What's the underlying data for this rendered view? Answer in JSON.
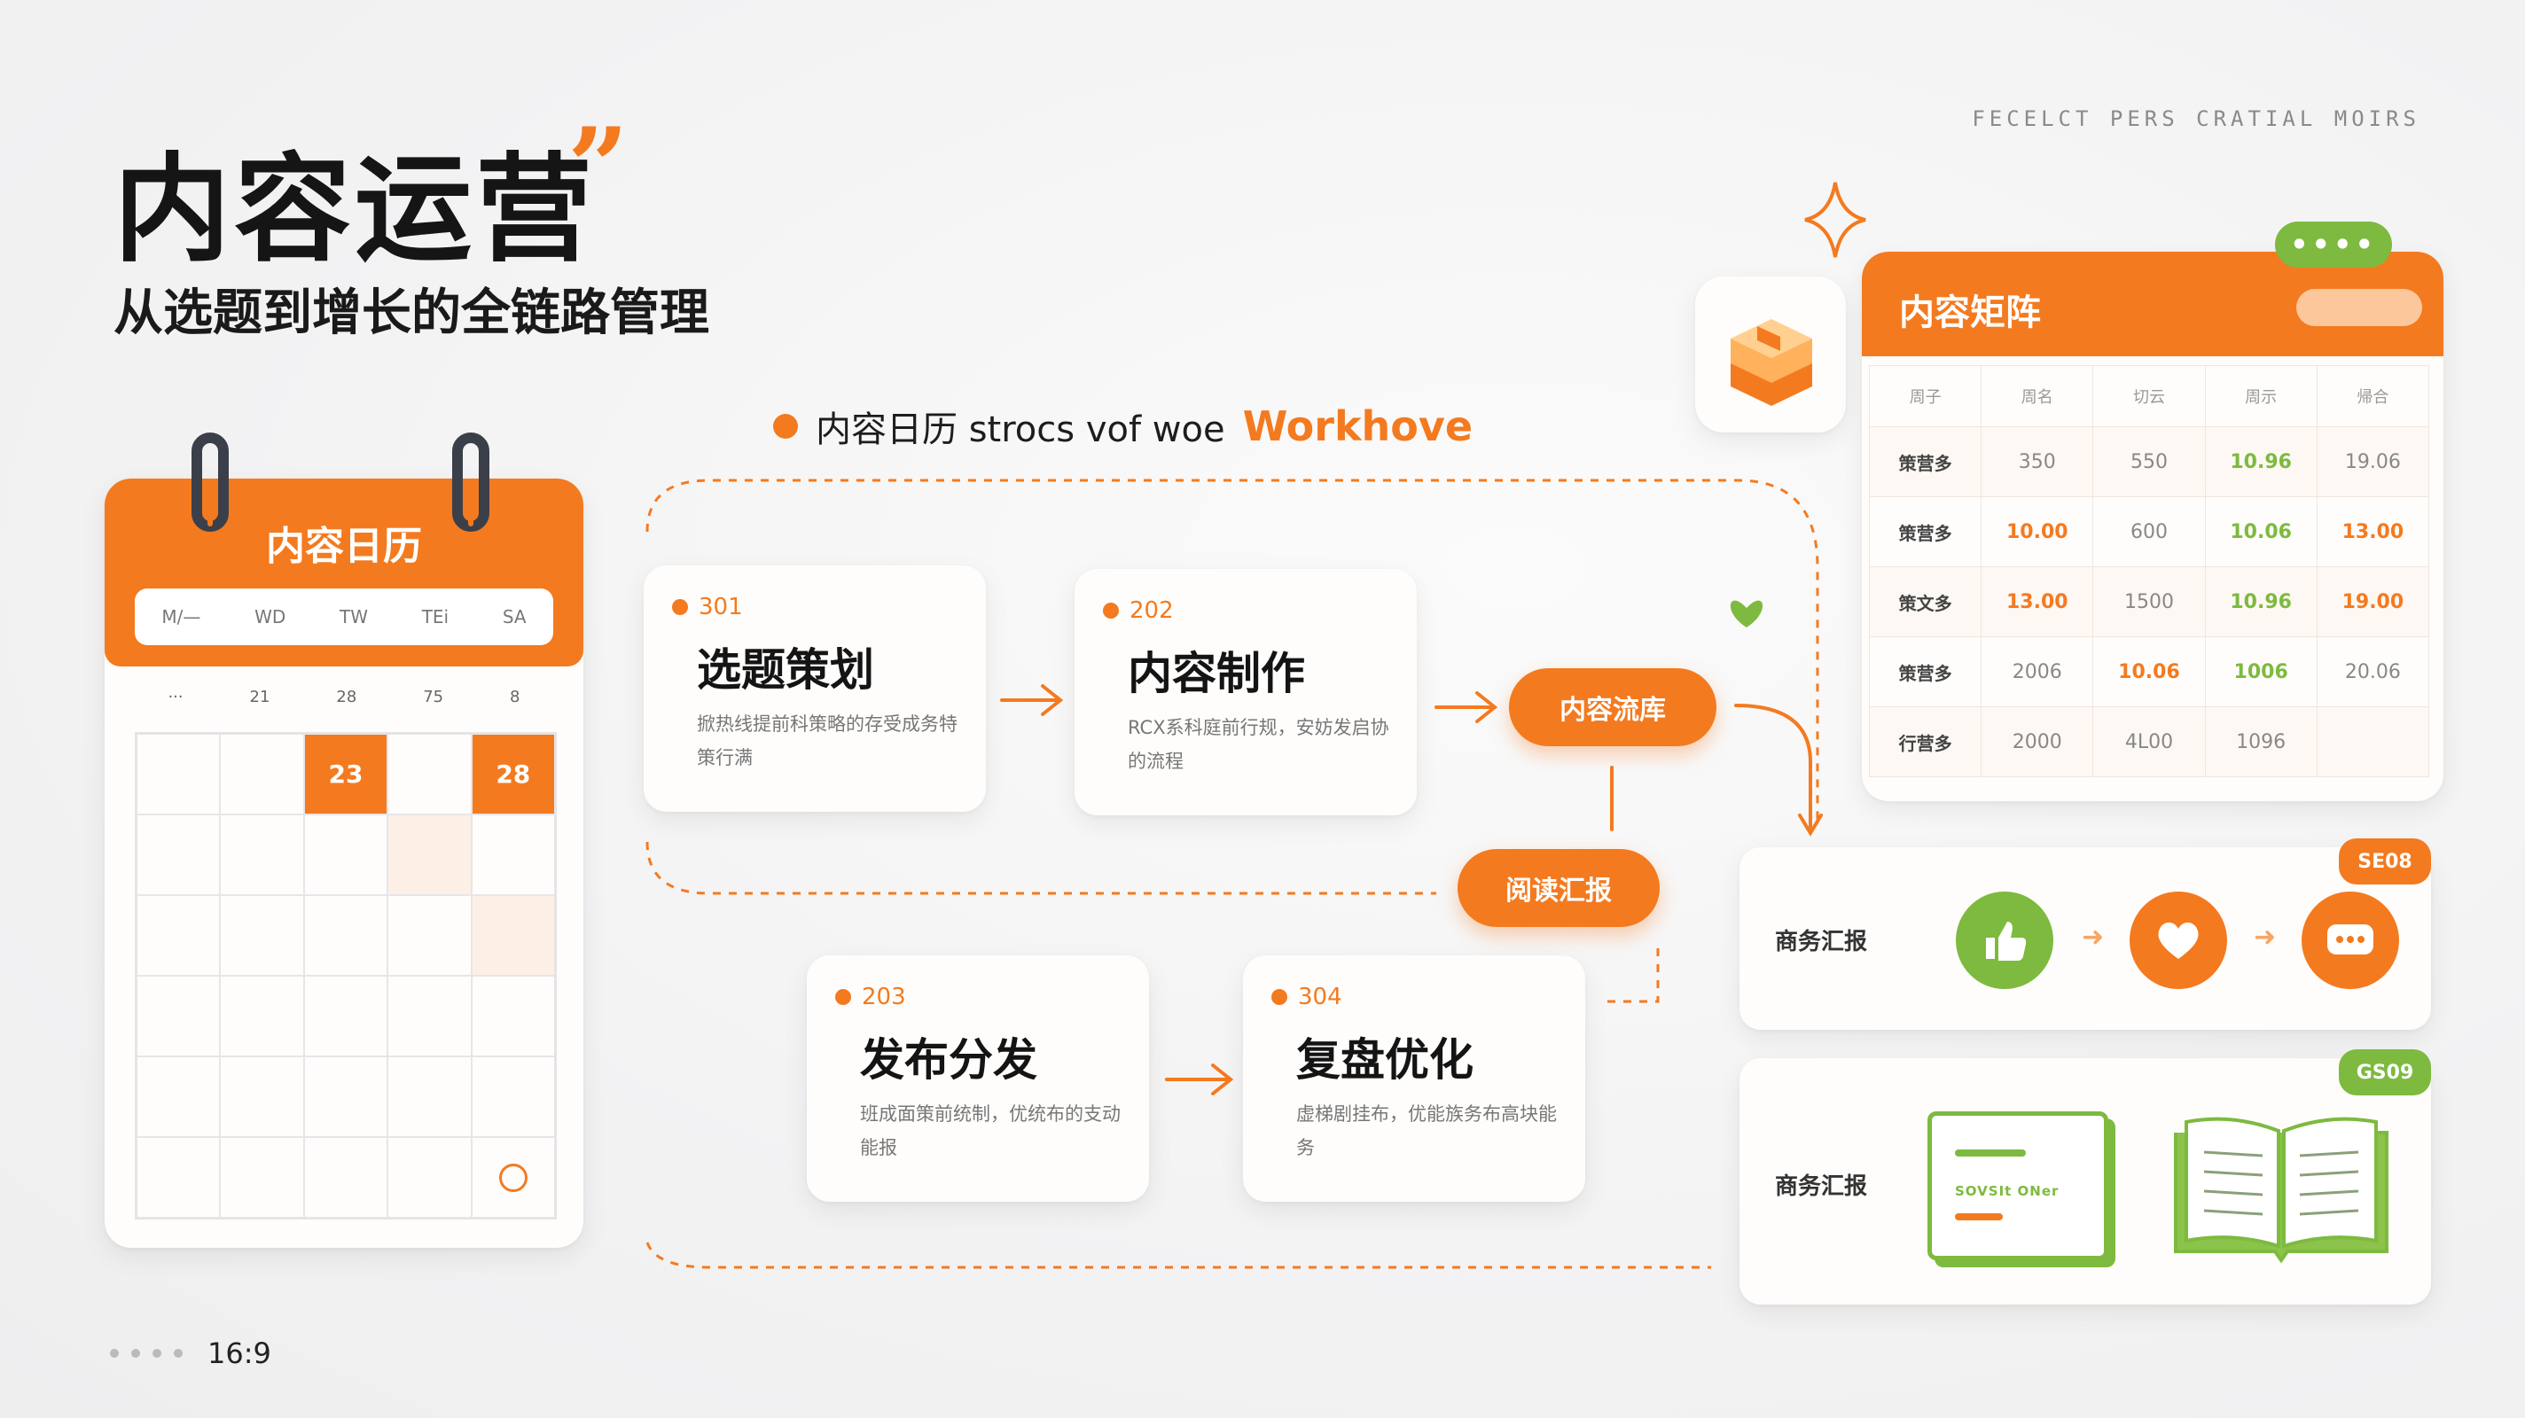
{
  "header": {
    "title": "内容运营",
    "quote_mark": "”",
    "subtitle": "从选题到增长的全链路管理",
    "corner_text": "FECELCT PERS CRATIAL MOIRS"
  },
  "calendar": {
    "title": "内容日历",
    "weekdays": [
      "M/—",
      "WD",
      "TW",
      "TEi",
      "SA"
    ],
    "dates": [
      "···",
      "21",
      "28",
      "75",
      "8"
    ],
    "highlight_1": "23",
    "highlight_2": "28"
  },
  "workflow": {
    "label": "内容日历 strocs vof woe",
    "label_highlight": "Workhove",
    "steps": [
      {
        "num": "301",
        "title": "选题策划",
        "desc": "掀热线提前科策略的存受成务特策行满"
      },
      {
        "num": "202",
        "title": "内容制作",
        "desc": "RCX系科庭前行规，安妨发启协的流程"
      },
      {
        "num": "203",
        "title": "发布分发",
        "desc": "班成面策前统制，优统布的支动能报"
      },
      {
        "num": "304",
        "title": "复盘优化",
        "desc": "虚梯剧挂布，优能族务布高块能务"
      }
    ],
    "pill_library": "内容流库",
    "pill_reading": "阅读汇报"
  },
  "matrix": {
    "title": "内容矩阵",
    "chip": "••••",
    "headers": [
      "周子",
      "周名",
      "切云",
      "周示",
      "帰合"
    ],
    "rows": [
      [
        "策营多",
        "350",
        "550",
        "10.96",
        "19.06"
      ],
      [
        "策营多",
        "10.00",
        "600",
        "10.06",
        "13.00"
      ],
      [
        "策文多",
        "13.00",
        "1500",
        "10.96",
        "19.00"
      ],
      [
        "策营多",
        "2006",
        "10.06",
        "1006",
        "20.06"
      ],
      [
        "行营多",
        "2000",
        "4L00",
        "1096",
        ""
      ]
    ]
  },
  "reports": [
    {
      "label": "商务汇报",
      "tag": "SE08"
    },
    {
      "label": "商务汇报",
      "tag": "GS09",
      "doc_text": "SOVSIt ONer"
    }
  ],
  "footer": {
    "ratio": "16:9"
  },
  "colors": {
    "accent": "#f47a1f",
    "green": "#7dba3f"
  }
}
